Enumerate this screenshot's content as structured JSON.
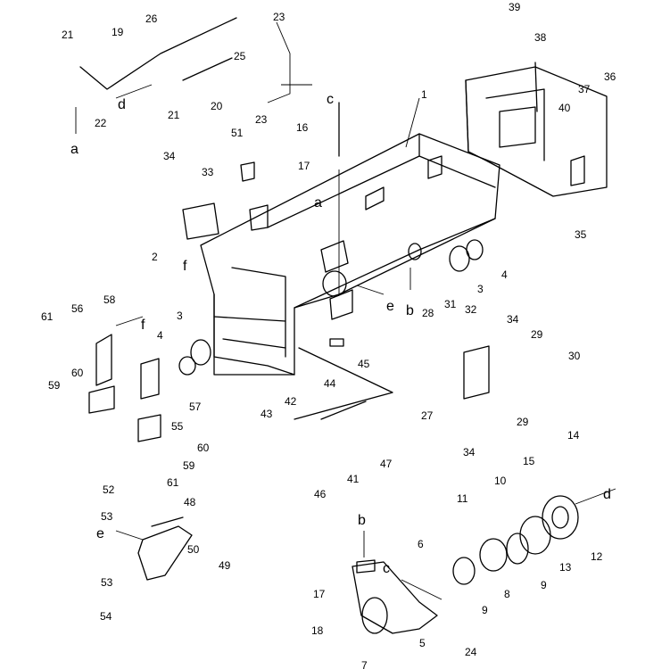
{
  "callouts": {
    "n1": "1",
    "n2": "2",
    "n3a": "3",
    "n3b": "3",
    "n4a": "4",
    "n4b": "4",
    "n5": "5",
    "n6": "6",
    "n7": "7",
    "n8": "8",
    "n9a": "9",
    "n9b": "9",
    "n10": "10",
    "n11": "11",
    "n12": "12",
    "n13": "13",
    "n14": "14",
    "n15": "15",
    "n16": "16",
    "n17a": "17",
    "n17b": "17",
    "n18": "18",
    "n19": "19",
    "n20": "20",
    "n21a": "21",
    "n21b": "21",
    "n22": "22",
    "n23a": "23",
    "n23b": "23",
    "n24": "24",
    "n25": "25",
    "n26": "26",
    "n27": "27",
    "n28": "28",
    "n29a": "29",
    "n29b": "29",
    "n30": "30",
    "n31": "31",
    "n32": "32",
    "n33": "33",
    "n34a": "34",
    "n34b": "34",
    "n34c": "34",
    "n35": "35",
    "n36": "36",
    "n37": "37",
    "n38": "38",
    "n39": "39",
    "n40": "40",
    "n41": "41",
    "n42": "42",
    "n43": "43",
    "n44": "44",
    "n45": "45",
    "n46": "46",
    "n47": "47",
    "n48": "48",
    "n49": "49",
    "n50": "50",
    "n51": "51",
    "n52": "52",
    "n53a": "53",
    "n53b": "53",
    "n54": "54",
    "n55": "55",
    "n56": "56",
    "n57": "57",
    "n58": "58",
    "n59a": "59",
    "n59b": "59",
    "n60a": "60",
    "n60b": "60",
    "n61a": "61",
    "n61b": "61"
  },
  "refs": {
    "a1": "a",
    "a2": "a",
    "b1": "b",
    "b2": "b",
    "c1": "c",
    "c2": "c",
    "d1": "d",
    "d2": "d",
    "e1": "e",
    "e2": "e",
    "f1": "f",
    "f2": "f"
  },
  "colors": {
    "ink": "#000000",
    "paper": "#ffffff"
  }
}
